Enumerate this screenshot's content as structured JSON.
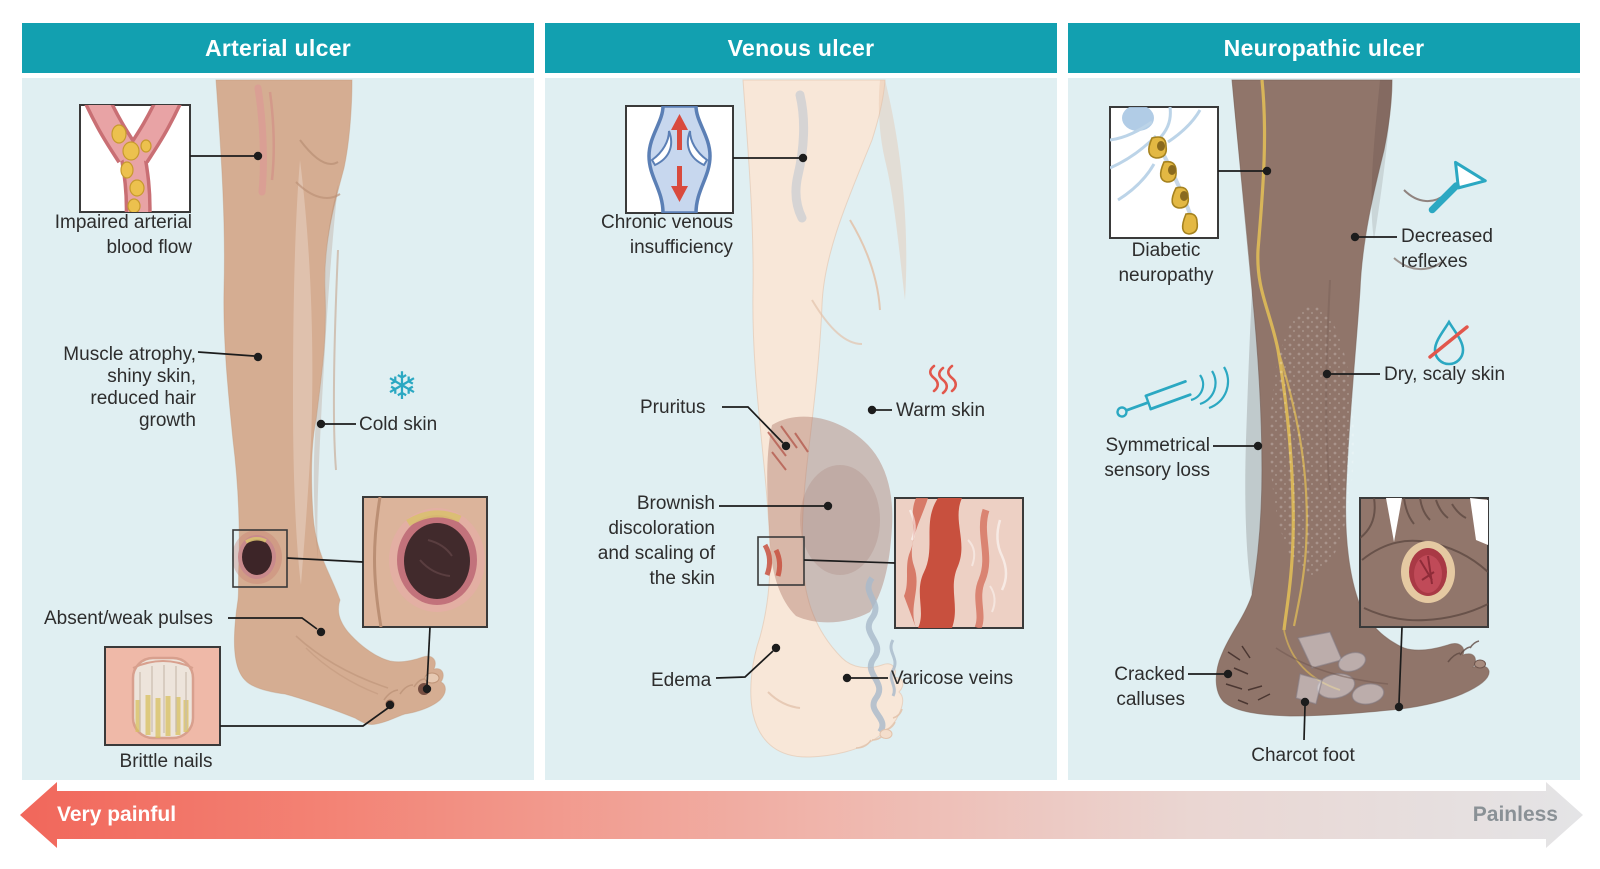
{
  "panels": [
    {
      "title": "Arterial ulcer",
      "labels": {
        "impaired_arterial": "Impaired arterial\nblood flow",
        "muscle_atrophy": "Muscle atrophy,\nshiny skin,\nreduced hair\ngrowth",
        "cold_skin": "Cold skin",
        "absent_weak_pulses": "Absent/weak pulses",
        "brittle_nails": "Brittle nails"
      }
    },
    {
      "title": "Venous ulcer",
      "labels": {
        "chronic_venous": "Chronic venous\ninsufficiency",
        "pruritus": "Pruritus",
        "warm_skin": "Warm skin",
        "brownish": "Brownish\ndiscoloration\nand scaling of\nthe skin",
        "edema": "Edema",
        "varicose_veins": "Varicose veins"
      }
    },
    {
      "title": "Neuropathic ulcer",
      "labels": {
        "diabetic_neuropathy": "Diabetic\nneuropathy",
        "decreased_reflexes": "Decreased\nreflexes",
        "dry_scaly_skin": "Dry, scaly skin",
        "symmetrical_sensory": "Symmetrical\nsensory loss",
        "cracked_calluses": "Cracked\ncalluses",
        "charcot_foot": "Charcot foot"
      }
    }
  ],
  "pain_scale": {
    "left_label": "Very painful",
    "right_label": "Painless"
  },
  "icons": {
    "snowflake_glyph": "❄"
  },
  "colors": {
    "header_teal": "#12A0B0",
    "panel_bg": "#E0EFF2",
    "icon_teal": "#2BA8C2",
    "icon_red": "#E2574C",
    "pain_red": "#F1675B",
    "pain_gray": "#E4E4E6",
    "label_text": "#2D2D2D"
  }
}
